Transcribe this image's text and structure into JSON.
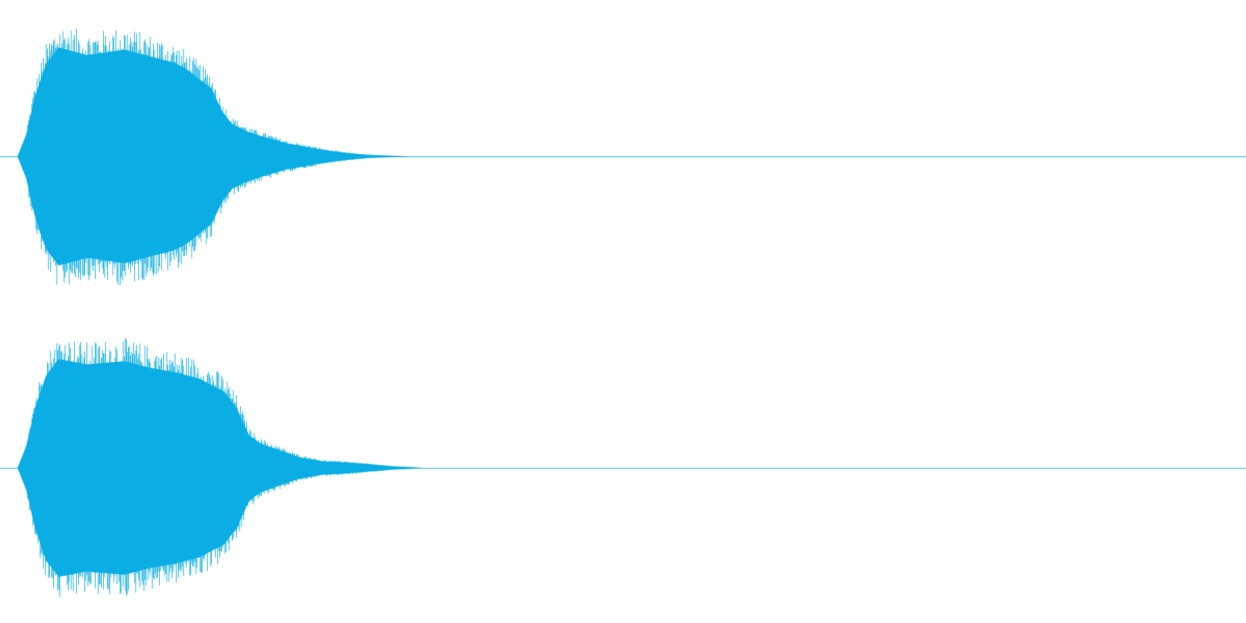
{
  "chart_data": {
    "type": "area",
    "kind": "audio-waveform",
    "channels": 2,
    "grid": false,
    "legend": "none",
    "color": "#0aaee4",
    "amplitude_range": [
      -1,
      1
    ],
    "time_range": [
      0,
      1
    ],
    "series": [
      {
        "envelope": {
          "x": [
            0,
            0.014,
            0.021,
            0.028,
            0.037,
            0.047,
            0.07,
            0.1,
            0.12,
            0.14,
            0.15,
            0.17,
            0.178,
            0.186,
            0.2,
            0.215,
            0.23,
            0.25,
            0.265,
            0.28,
            0.295,
            0.31,
            0.33,
            1
          ],
          "upper": [
            0,
            0,
            0.2,
            0.55,
            0.85,
            1.0,
            0.93,
            0.98,
            0.92,
            0.86,
            0.8,
            0.62,
            0.42,
            0.3,
            0.22,
            0.17,
            0.12,
            0.08,
            0.05,
            0.03,
            0.015,
            0.008,
            0,
            0
          ],
          "lower": [
            0,
            0,
            -0.2,
            -0.55,
            -0.85,
            -1.0,
            -0.93,
            -0.98,
            -0.92,
            -0.86,
            -0.8,
            -0.62,
            -0.42,
            -0.3,
            -0.22,
            -0.17,
            -0.12,
            -0.08,
            -0.05,
            -0.03,
            -0.015,
            -0.008,
            0,
            0
          ]
        }
      },
      {
        "envelope": {
          "x": [
            0,
            0.014,
            0.021,
            0.028,
            0.037,
            0.047,
            0.07,
            0.1,
            0.12,
            0.14,
            0.16,
            0.18,
            0.19,
            0.2,
            0.21,
            0.225,
            0.24,
            0.26,
            0.28,
            0.3,
            0.315,
            0.33,
            0.34,
            1
          ],
          "upper": [
            0,
            0,
            0.2,
            0.55,
            0.85,
            1.0,
            0.95,
            0.98,
            0.92,
            0.88,
            0.82,
            0.7,
            0.55,
            0.3,
            0.22,
            0.16,
            0.1,
            0.06,
            0.05,
            0.03,
            0.015,
            0.008,
            0,
            0
          ],
          "lower": [
            0,
            0,
            -0.2,
            -0.55,
            -0.85,
            -1.0,
            -0.95,
            -0.98,
            -0.92,
            -0.88,
            -0.82,
            -0.7,
            -0.55,
            -0.3,
            -0.22,
            -0.16,
            -0.1,
            -0.06,
            -0.05,
            -0.03,
            -0.015,
            -0.008,
            0,
            0
          ]
        }
      }
    ]
  }
}
